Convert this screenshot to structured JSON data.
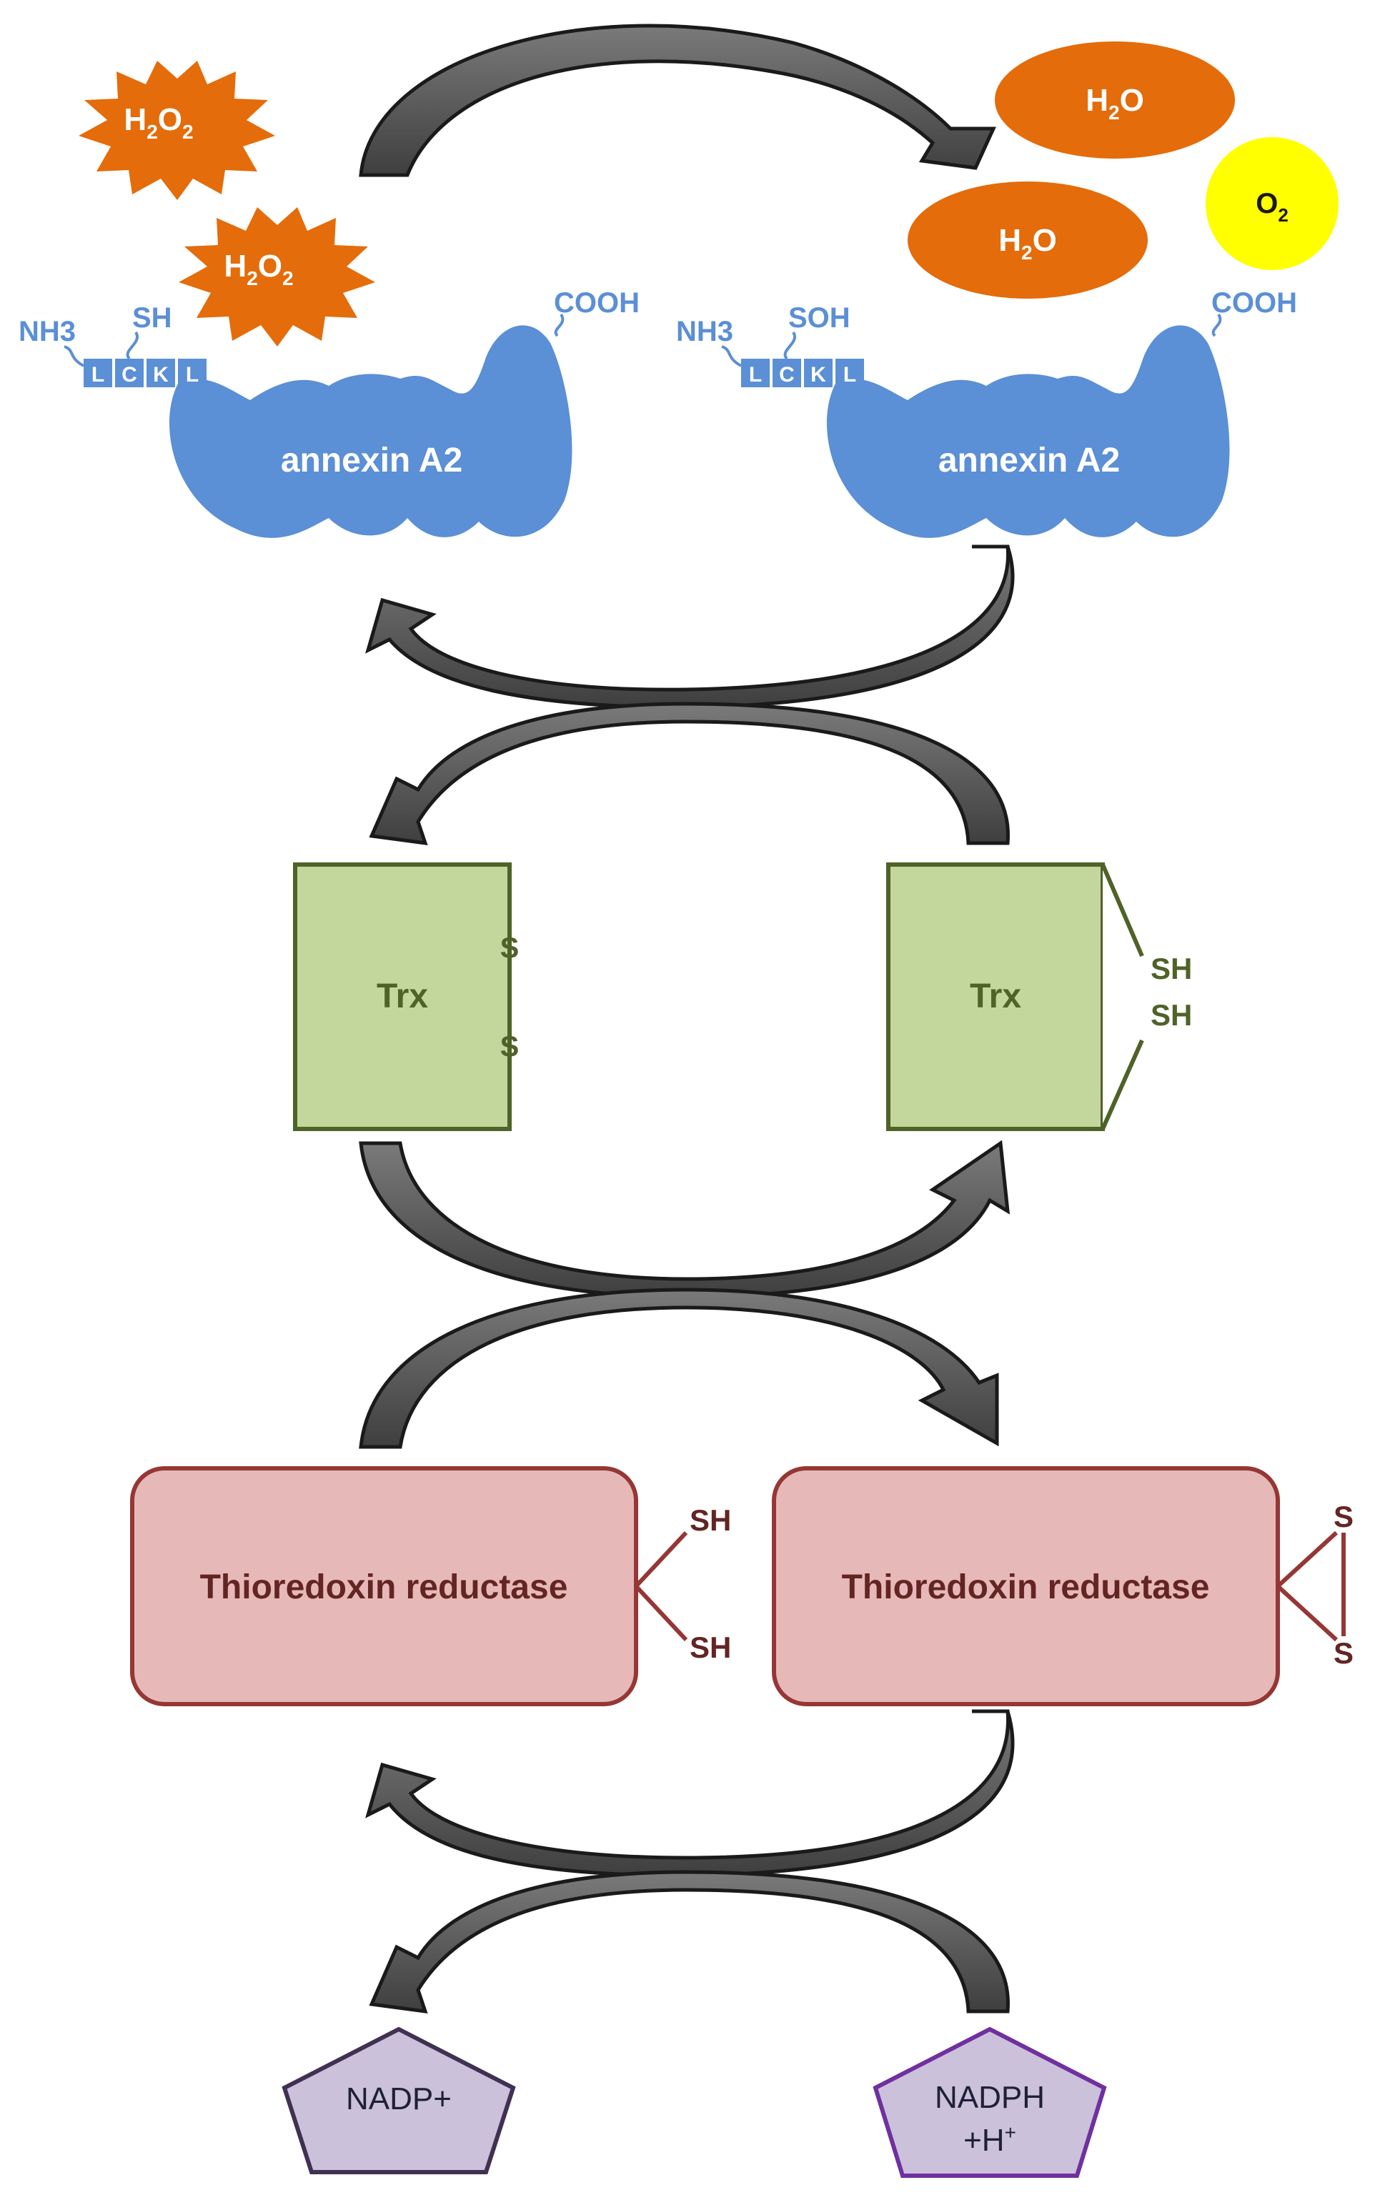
{
  "molecules": {
    "h2o2_1": {
      "main": "H",
      "sub1": "2",
      "mid": "O",
      "sub2": "2"
    },
    "h2o2_2": {
      "main": "H",
      "sub1": "2",
      "mid": "O",
      "sub2": "2"
    },
    "h2o_1": {
      "main": "H",
      "sub": "2",
      "end": "O"
    },
    "h2o_2": {
      "main": "H",
      "sub": "2",
      "end": "O"
    },
    "o2": {
      "main": "O",
      "sub": "2"
    }
  },
  "annexin_reduced": {
    "name": "annexin A2",
    "n_terminus": "NH3",
    "c_terminus": "COOH",
    "thiol": "SH",
    "residues": [
      "L",
      "C",
      "K",
      "L"
    ]
  },
  "annexin_oxidized": {
    "name": "annexin A2",
    "n_terminus": "NH3",
    "c_terminus": "COOH",
    "thiol": "SOH",
    "residues": [
      "L",
      "C",
      "K",
      "L"
    ]
  },
  "trx_oxidized": {
    "name": "Trx",
    "s_top": "S",
    "s_bottom": "S"
  },
  "trx_reduced": {
    "name": "Trx",
    "sh_top": "SH",
    "sh_bottom": "SH"
  },
  "tr_reduced": {
    "name": "Thioredoxin reductase",
    "sh_top": "SH",
    "sh_bottom": "SH"
  },
  "tr_oxidized": {
    "name": "Thioredoxin reductase",
    "s_top": "S",
    "s_bottom": "S"
  },
  "nadp": {
    "label": "NADP+"
  },
  "nadph": {
    "line1": "NADPH",
    "line2": "+H",
    "sup": "+"
  },
  "colors": {
    "h2o2": "#e46c0a",
    "h2o": "#e46c0a",
    "o2": "#ffff00",
    "annexin": "#5b8fd6",
    "trx_fill": "#c3d69b",
    "trx_stroke": "#4f6228",
    "tr_fill": "#e6b9b8",
    "tr_stroke": "#953735",
    "nadp_fill": "#ccc1da",
    "nadp_stroke": "#403152",
    "nadph_stroke": "#7030a0",
    "arrow_fill": "#595959",
    "arrow_stroke": "#1a1a1a"
  }
}
